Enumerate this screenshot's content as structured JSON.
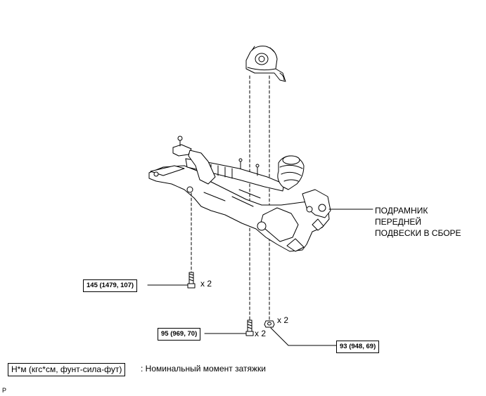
{
  "component_label": {
    "line1": "ПОДРАМНИК",
    "line2": "ПЕРЕДНЕЙ",
    "line3": "ПОДВЕСКИ В СБОРЕ"
  },
  "torque_specs": [
    {
      "value": "145 (1479, 107)",
      "qty": "x 2"
    },
    {
      "value": "95 (969, 70)",
      "qty": "x 2"
    },
    {
      "value": "93 (948, 69)",
      "qty": "x 2"
    }
  ],
  "legend": {
    "unit_box": "Н*м (кгс*см, фунт-сила-фут)",
    "text": ": Номинальный момент затяжки"
  },
  "figure_code": "P",
  "colors": {
    "line": "#000000",
    "background": "#ffffff"
  }
}
